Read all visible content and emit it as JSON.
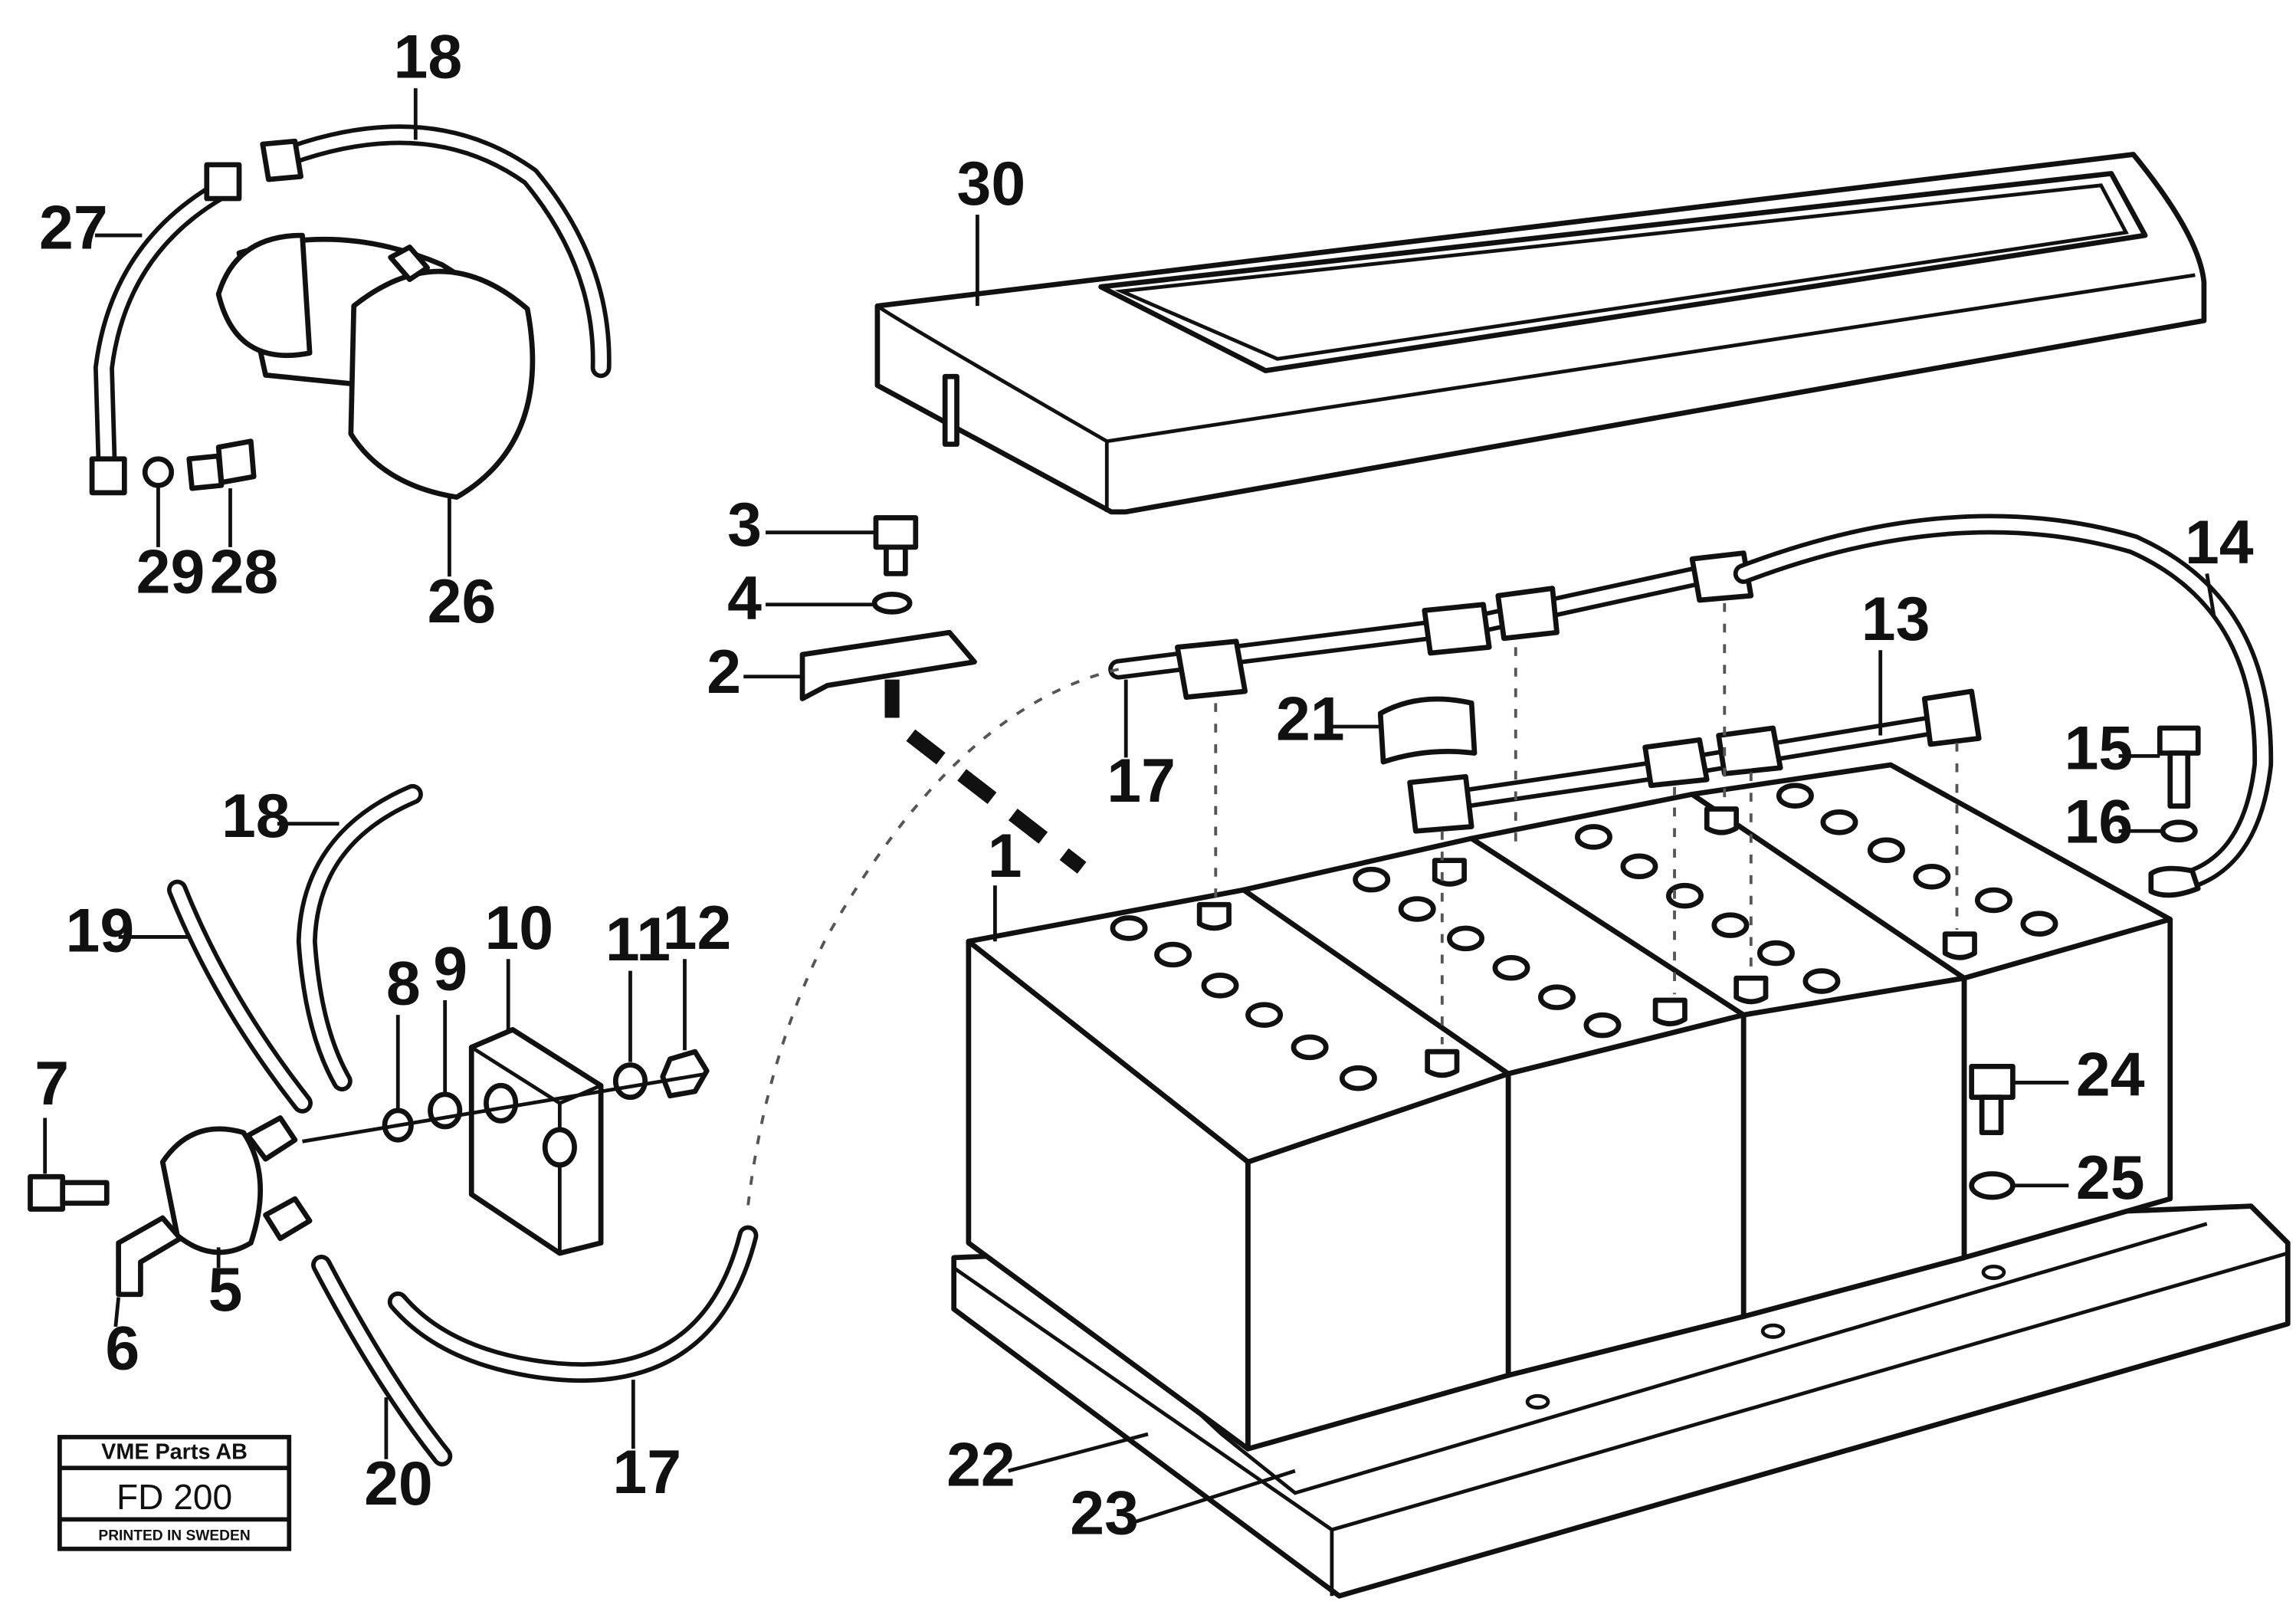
{
  "callouts": {
    "c1": "1",
    "c2": "2",
    "c3": "3",
    "c4": "4",
    "c5": "5",
    "c6": "6",
    "c7": "7",
    "c8": "8",
    "c9": "9",
    "c10": "10",
    "c11": "11",
    "c12": "12",
    "c13": "13",
    "c14": "14",
    "c15": "15",
    "c16": "16",
    "c17a": "17",
    "c17b": "17",
    "c18a": "18",
    "c18b": "18",
    "c19": "19",
    "c20": "20",
    "c21": "21",
    "c22": "22",
    "c23": "23",
    "c24": "24",
    "c25": "25",
    "c26": "26",
    "c27": "27",
    "c28": "28",
    "c29": "29",
    "c30": "30"
  },
  "stamp": {
    "company": "VME Parts AB",
    "code": "FD 200",
    "printed": "PRINTED IN SWEDEN"
  }
}
